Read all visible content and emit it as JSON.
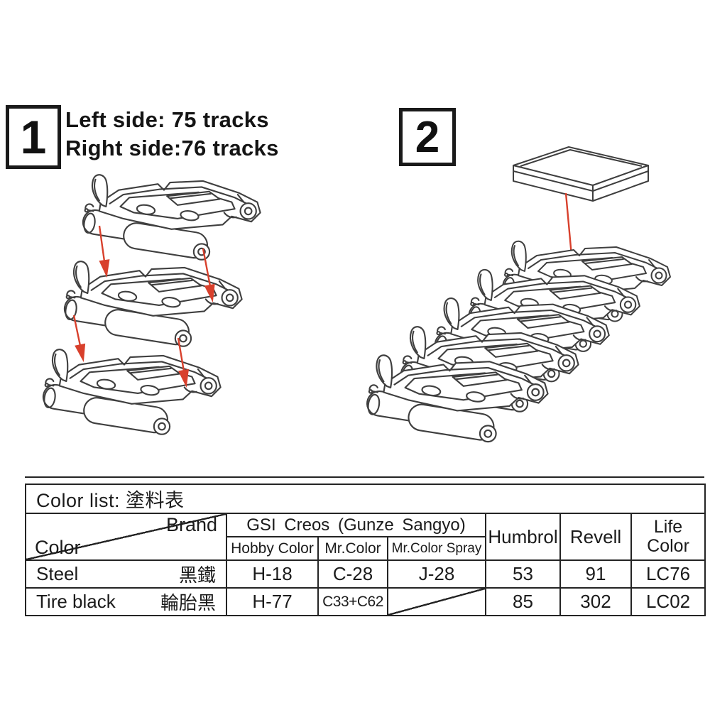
{
  "colors": {
    "line_art": "#3f3f3f",
    "arrow_red": "#d8402c",
    "text": "#1b1b1b",
    "table_border": "#242424"
  },
  "steps": [
    {
      "number": "1",
      "notes": [
        "Left side: 75 tracks",
        "Right side:76 tracks"
      ]
    },
    {
      "number": "2",
      "notes": []
    }
  ],
  "diagrams": {
    "step1": "three track links stacked with red assembly arrows",
    "step2": "five track links chained with box part and red arrow",
    "step1_link_count": 3,
    "step2_link_count": 5
  },
  "color_table": {
    "title": "Color list: 塗料表",
    "corner": {
      "top_right": "Brand",
      "bottom_left": "Color"
    },
    "group_header": "GSI Creos (Gunze Sangyo)",
    "sub_headers": [
      "Hobby Color",
      "Mr.Color",
      "Mr.Color Spray"
    ],
    "single_headers": [
      "Humbrol",
      "Revell",
      "Life Color"
    ],
    "rows": [
      {
        "color_en": "Steel",
        "color_zh": "黑鐵",
        "hobby_color": "H-18",
        "mr_color": "C-28",
        "mr_color_spray": "J-28",
        "humbrol": "53",
        "revell": "91",
        "life_color": "LC76"
      },
      {
        "color_en": "Tire black",
        "color_zh": "輪胎黑",
        "hobby_color": "H-77",
        "mr_color": "C33+C62",
        "mr_color_spray": "",
        "humbrol": "85",
        "revell": "302",
        "life_color": "LC02"
      }
    ]
  }
}
